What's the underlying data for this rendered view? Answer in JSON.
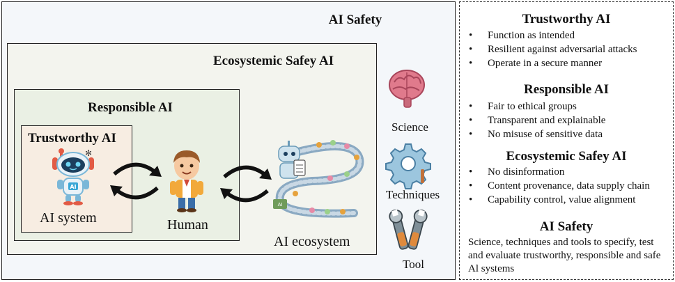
{
  "diagram": {
    "outer_title": "AI Safety",
    "ecosystem_title": "Ecosystemic Safey AI",
    "responsible_title": "Responsible AI",
    "trustworthy_title": "Trustworthy AI",
    "labels": {
      "ai_system": "AI system",
      "human": "Human",
      "ai_ecosystem": "AI ecosystem"
    },
    "pillars": [
      "Science",
      "Techniques",
      "Tool"
    ],
    "icons": [
      "robot-icon",
      "human-icon",
      "assembly-line-icon",
      "brain-icon",
      "gear-icon",
      "tools-icon",
      "cycle-arrow-icon"
    ]
  },
  "panel": {
    "sections": [
      {
        "heading": "Trustworthy AI",
        "items": [
          "Function as intended",
          "Resilient against adversarial attacks",
          "Operate in a secure manner"
        ]
      },
      {
        "heading": "Responsible AI",
        "items": [
          "Fair to ethical groups",
          "Transparent and explainable",
          "No misuse of sensitive data"
        ]
      },
      {
        "heading": "Ecosystemic Safey AI",
        "items": [
          "No disinformation",
          "Content provenance, data supply chain",
          "Capability control, value alignment"
        ]
      },
      {
        "heading": "AI Safety",
        "description": "Science, techniques and tools to specify, test and evaluate trustworthy, responsible and safe Al systems"
      }
    ]
  },
  "colors": {
    "outer_bg": "#f4f7fa",
    "ecosystem_bg": "#f3f4ee",
    "responsible_bg": "#eaf0e4",
    "trustworthy_bg": "#f7ede2",
    "arrow": "#111111"
  }
}
